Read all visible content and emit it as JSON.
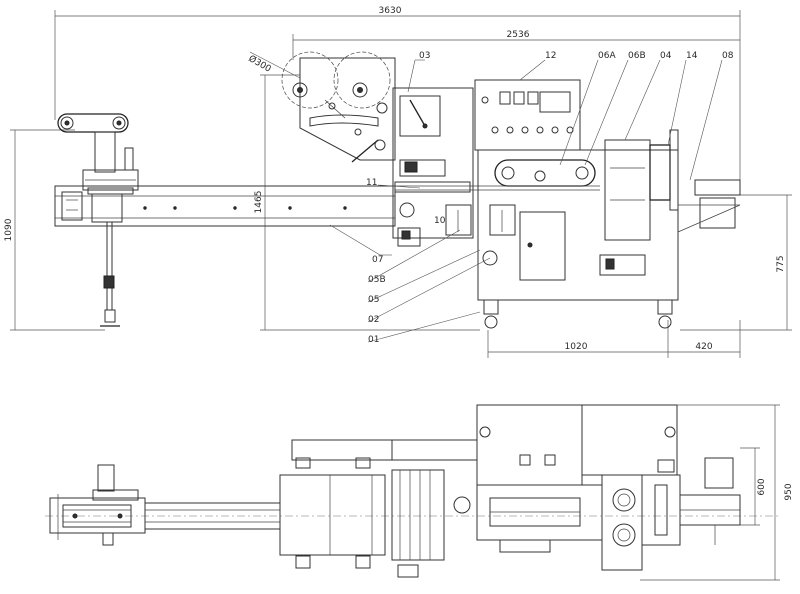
{
  "dimensions": {
    "overall_length": "3630",
    "machine_length": "2536",
    "overall_height": "1090",
    "frame_height": "1465",
    "table_height": "775",
    "base_length": "1020",
    "outfeed_length": "420",
    "roll_diameter": "Ø300",
    "plan_width_inner": "600",
    "plan_width_outer": "950"
  },
  "part_labels": {
    "p03": "03",
    "p12": "12",
    "p06a": "06A",
    "p06b": "06B",
    "p04": "04",
    "p14": "14",
    "p08": "08",
    "p11": "11",
    "p10": "10",
    "p07": "07",
    "p05b": "05B",
    "p05": "05",
    "p02": "02",
    "p01": "01"
  }
}
